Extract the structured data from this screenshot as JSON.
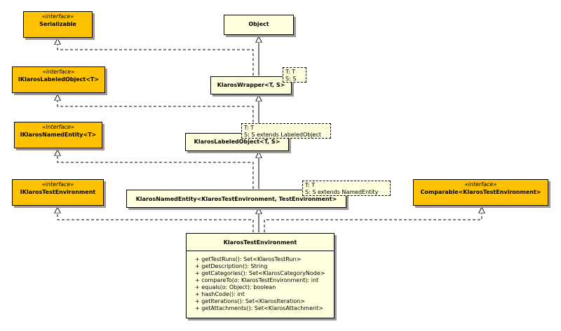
{
  "stereotype": "«interface»",
  "interfaces": {
    "serializable": "Serializable",
    "labeled": "IKlarosLabeledObject<T>",
    "named": "IKlarosNamedEntity<T>",
    "testenv": "IKlarosTestEnvironment",
    "comparable": "Comparable<KlarosTestEnvironment>"
  },
  "classes": {
    "object": "Object",
    "wrapper": "KlarosWrapper<T, S>",
    "labeled": "KlarosLabeledObject<T, S>",
    "named": "KlarosNamedEntity<KlarosTestEnvironment, TestEnvironment>",
    "testenv": "KlarosTestEnvironment"
  },
  "template_params": {
    "wrapper": [
      "T: T",
      "S: S"
    ],
    "labeled": [
      "T: T",
      "S: S extends LabeledObject"
    ],
    "named": [
      "T: T",
      "S: S extends NamedEntity"
    ]
  },
  "methods": [
    "+ getTestRuns(): Set<KlarosTestRun>",
    "+ getDescription(): String",
    "+ getCategories(): Set<KlarosCategoryNode>",
    "+ compareTo(o: KlarosTestEnvironment): int",
    "+ equals(o: Object): boolean",
    "+ hashCode(): int",
    "+ getIterations(): Set<KlarosIteration>",
    "+ getAttachments(): Set<KlarosAttachment>"
  ],
  "colors": {
    "interface_fill": "#ffc200",
    "class_fill": "#ffffdd",
    "shadow": "#9a9a9a",
    "line": "#000000"
  }
}
